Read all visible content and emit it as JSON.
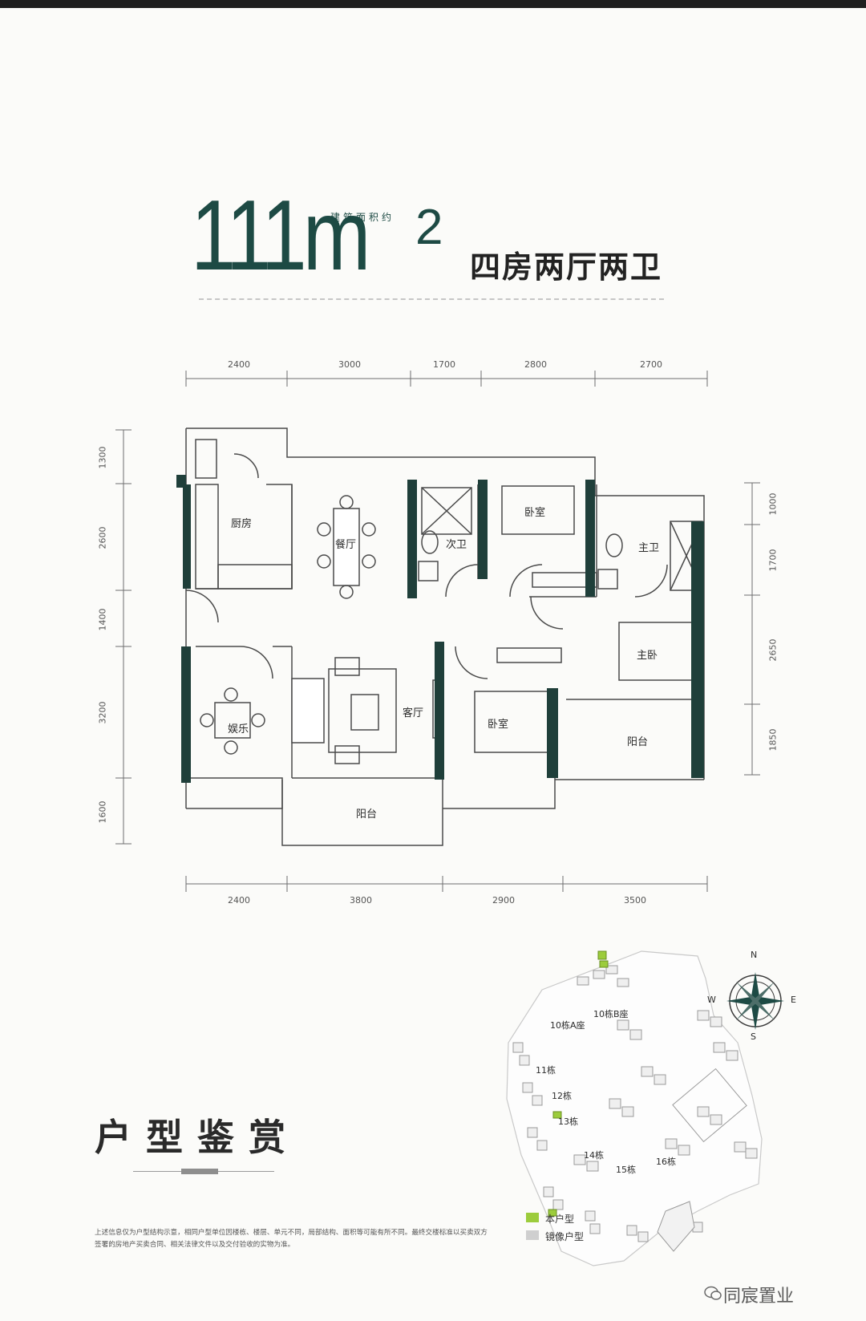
{
  "header": {
    "area_number": "111m",
    "area_sup": "2",
    "area_note": "建筑面积约",
    "layout_type": "四房两厅两卫"
  },
  "dimensions": {
    "top": [
      "2400",
      "3000",
      "1700",
      "2800",
      "2700"
    ],
    "bottom": [
      "2400",
      "3800",
      "2900",
      "3500"
    ],
    "left": [
      "1300",
      "2600",
      "1400",
      "3200",
      "1600"
    ],
    "right": [
      "1000",
      "1700",
      "2650",
      "1850"
    ]
  },
  "rooms": {
    "kitchen": "厨房",
    "dining": "餐厅",
    "second_bath": "次卫",
    "bedroom_top": "卧室",
    "master_bath": "主卫",
    "master_bed": "主卧",
    "entertainment": "娱乐",
    "living": "客厅",
    "bedroom_mid": "卧室",
    "balcony_right": "阳台",
    "balcony_bottom": "阳台"
  },
  "section_title": "户型鉴赏",
  "disclaimer": "上述信息仅为户型结构示意，相同户型单位因楼栋、楼层、单元不同，局部结构、面积等可能有所不同。最终交楼标准以买卖双方签署的房地产买卖合同、相关法律文件以及交付验收的实物为准。",
  "site_map": {
    "compass": {
      "n": "N",
      "s": "S",
      "e": "E",
      "w": "W"
    },
    "buildings": [
      "10栋B座",
      "10栋A座",
      "11栋",
      "12栋",
      "13栋",
      "14栋",
      "15栋",
      "16栋"
    ],
    "legend": [
      {
        "label": "本户型",
        "color": "#9ccc3c"
      },
      {
        "label": "镜像户型",
        "color": "#cfcfcf"
      }
    ]
  },
  "brand": "同宸置业",
  "colors": {
    "accent": "#1d4a44",
    "wall": "#1f3f3a"
  }
}
